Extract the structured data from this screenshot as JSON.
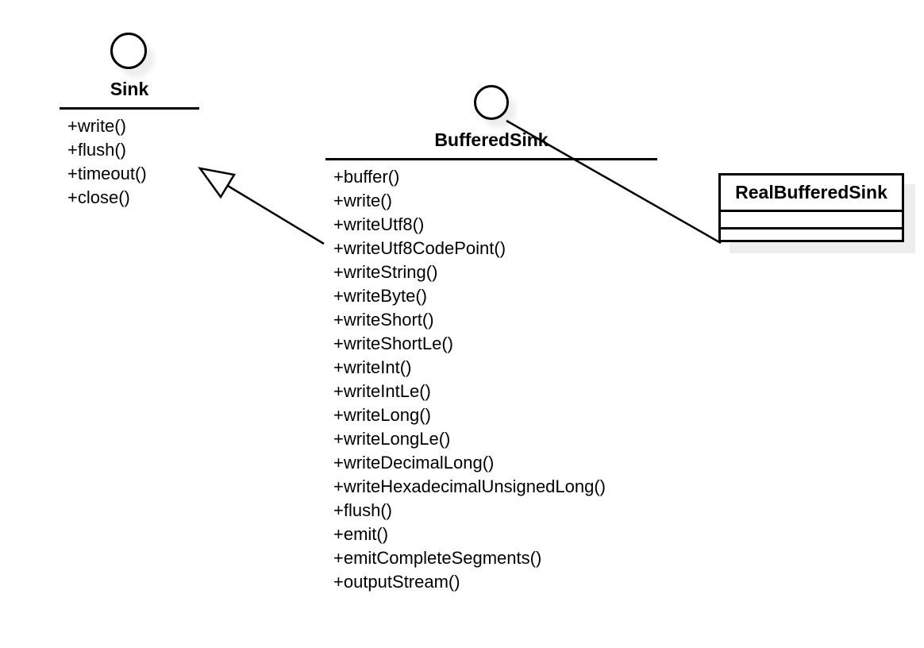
{
  "diagram": {
    "type": "uml-class-diagram",
    "background_color": "#ffffff",
    "line_color": "#000000",
    "shadow_color": "#ededed",
    "interfaces": [
      {
        "name": "Sink",
        "methods": [
          "+write()",
          "+flush()",
          "+timeout()",
          "+close()"
        ]
      },
      {
        "name": "BufferedSink",
        "methods": [
          "+buffer()",
          "+write()",
          "+writeUtf8()",
          "+writeUtf8CodePoint()",
          "+writeString()",
          "+writeByte()",
          "+writeShort()",
          "+writeShortLe()",
          "+writeInt()",
          "+writeIntLe()",
          "+writeLong()",
          "+writeLongLe()",
          "+writeDecimalLong()",
          "+writeHexadecimalUnsignedLong()",
          "+flush()",
          "+emit()",
          "+emitCompleteSegments()",
          "+outputStream()"
        ]
      }
    ],
    "classes": [
      {
        "name": "RealBufferedSink",
        "attributes": [],
        "operations": []
      }
    ],
    "relations": [
      {
        "type": "generalization",
        "from": "BufferedSink",
        "to": "Sink"
      },
      {
        "type": "association",
        "from": "RealBufferedSink",
        "to": "BufferedSink"
      }
    ]
  }
}
